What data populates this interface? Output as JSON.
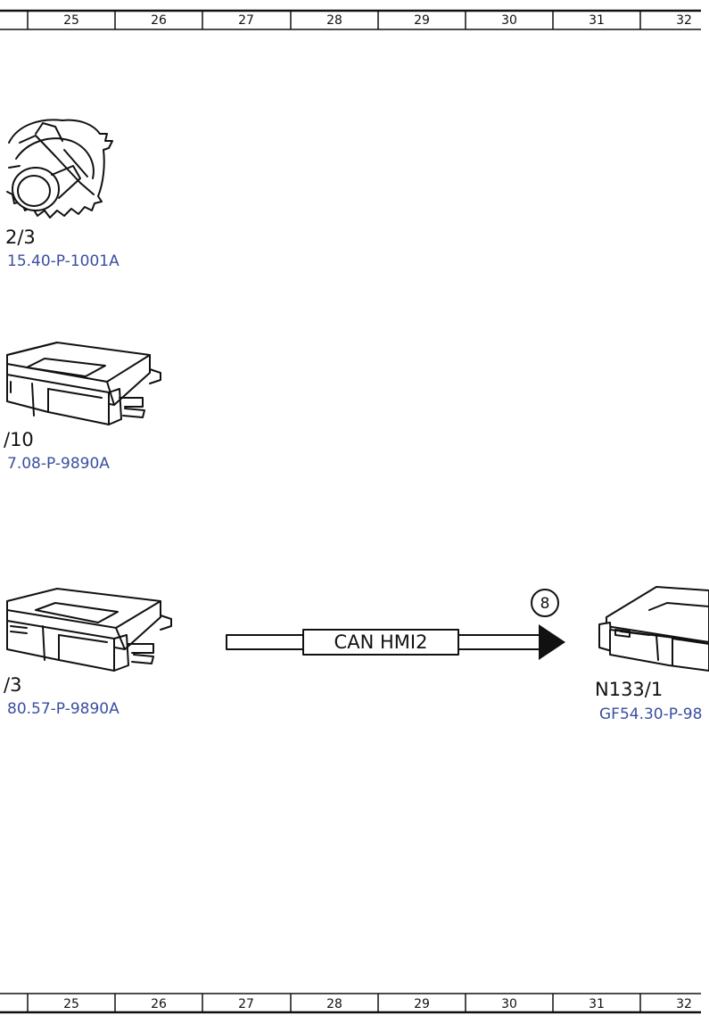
{
  "ruler": {
    "columns": [
      "25",
      "26",
      "27",
      "28",
      "29",
      "30",
      "31",
      "32"
    ]
  },
  "components": [
    {
      "label": "2/3",
      "ref": "15.40-P-1001A",
      "icon": "sensor-icon"
    },
    {
      "label": "/10",
      "ref": "7.08-P-9890A",
      "icon": "control-unit-icon"
    },
    {
      "label": "/3",
      "ref": "80.57-P-9890A",
      "icon": "control-unit-icon"
    },
    {
      "label": "N133/1",
      "ref": "GF54.30-P-98",
      "icon": "control-unit-icon"
    }
  ],
  "bus": {
    "label": "CAN HMI2",
    "connector": "8"
  },
  "colors": {
    "link": "#3a4fa0",
    "line": "#111111"
  }
}
